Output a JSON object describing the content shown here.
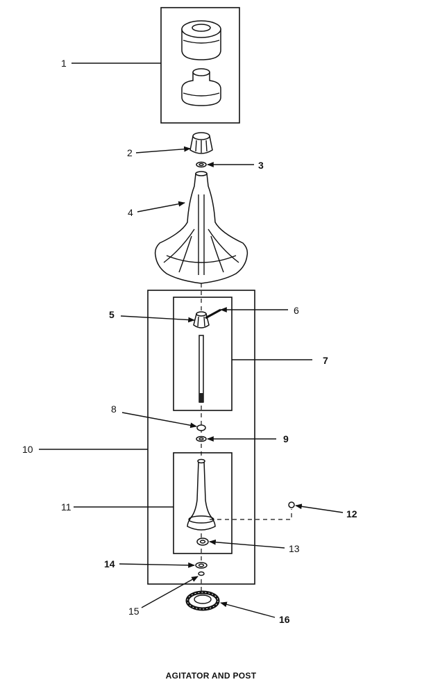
{
  "caption": "AGITATOR AND POST",
  "callouts": [
    {
      "id": "1",
      "text": "1"
    },
    {
      "id": "2",
      "text": "2"
    },
    {
      "id": "3",
      "text": "3"
    },
    {
      "id": "4",
      "text": "4"
    },
    {
      "id": "5",
      "text": "5"
    },
    {
      "id": "6",
      "text": "6"
    },
    {
      "id": "7",
      "text": "7"
    },
    {
      "id": "8",
      "text": "8"
    },
    {
      "id": "9",
      "text": "9"
    },
    {
      "id": "10",
      "text": "10"
    },
    {
      "id": "11",
      "text": "11"
    },
    {
      "id": "12",
      "text": "12"
    },
    {
      "id": "13",
      "text": "13"
    },
    {
      "id": "14",
      "text": "14"
    },
    {
      "id": "15",
      "text": "15"
    },
    {
      "id": "16",
      "text": "16"
    }
  ]
}
